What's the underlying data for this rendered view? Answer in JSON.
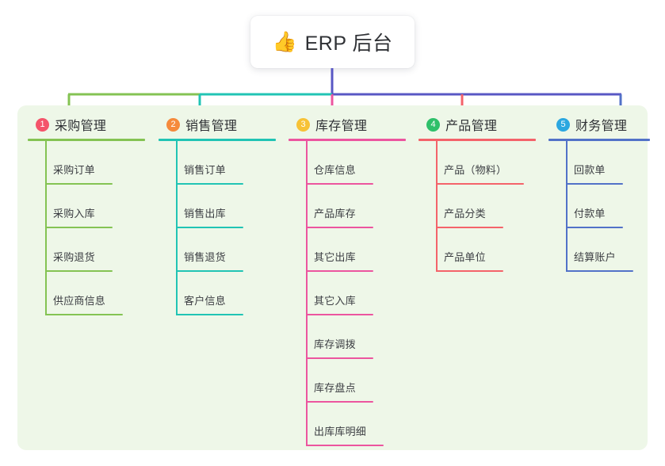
{
  "root": {
    "icon": "thumbs-up-icon",
    "icon_glyph": "👍",
    "title": "ERP 后台"
  },
  "panel": {
    "background_color": "#eef7e8"
  },
  "columns": [
    {
      "number": "1",
      "title": "采购管理",
      "badge_color": "#f4546a",
      "line_color": "#84c353",
      "items": [
        {
          "label": "采购订单"
        },
        {
          "label": "采购入库"
        },
        {
          "label": "采购退货"
        },
        {
          "label": "供应商信息"
        }
      ]
    },
    {
      "number": "2",
      "title": "销售管理",
      "badge_color": "#f58a3c",
      "line_color": "#21c4b4",
      "items": [
        {
          "label": "销售订单"
        },
        {
          "label": "销售出库"
        },
        {
          "label": "销售退货"
        },
        {
          "label": "客户信息"
        }
      ]
    },
    {
      "number": "3",
      "title": "库存管理",
      "badge_color": "#f7c236",
      "line_color": "#ec559f",
      "items": [
        {
          "label": "仓库信息"
        },
        {
          "label": "产品库存"
        },
        {
          "label": "其它出库"
        },
        {
          "label": "其它入库"
        },
        {
          "label": "库存调拨"
        },
        {
          "label": "库存盘点"
        },
        {
          "label": "出库库明细"
        }
      ]
    },
    {
      "number": "4",
      "title": "产品管理",
      "badge_color": "#2ec06a",
      "line_color": "#f4636a",
      "items": [
        {
          "label": "产品（物料）"
        },
        {
          "label": "产品分类"
        },
        {
          "label": "产品单位"
        }
      ]
    },
    {
      "number": "5",
      "title": "财务管理",
      "badge_color": "#2ba7e0",
      "line_color": "#5272c8",
      "items": [
        {
          "label": "回款单"
        },
        {
          "label": "付款单"
        },
        {
          "label": "结算账户"
        }
      ]
    }
  ],
  "connectors": {
    "trunk_color": "#5857c4",
    "bus_segments": [
      {
        "color": "#84c353"
      },
      {
        "color": "#21c4b4"
      },
      {
        "color": "#5857c4"
      }
    ],
    "drop_colors": [
      "#84c353",
      "#21c4b4",
      "#ec559f",
      "#f4636a",
      "#5272c8"
    ]
  }
}
